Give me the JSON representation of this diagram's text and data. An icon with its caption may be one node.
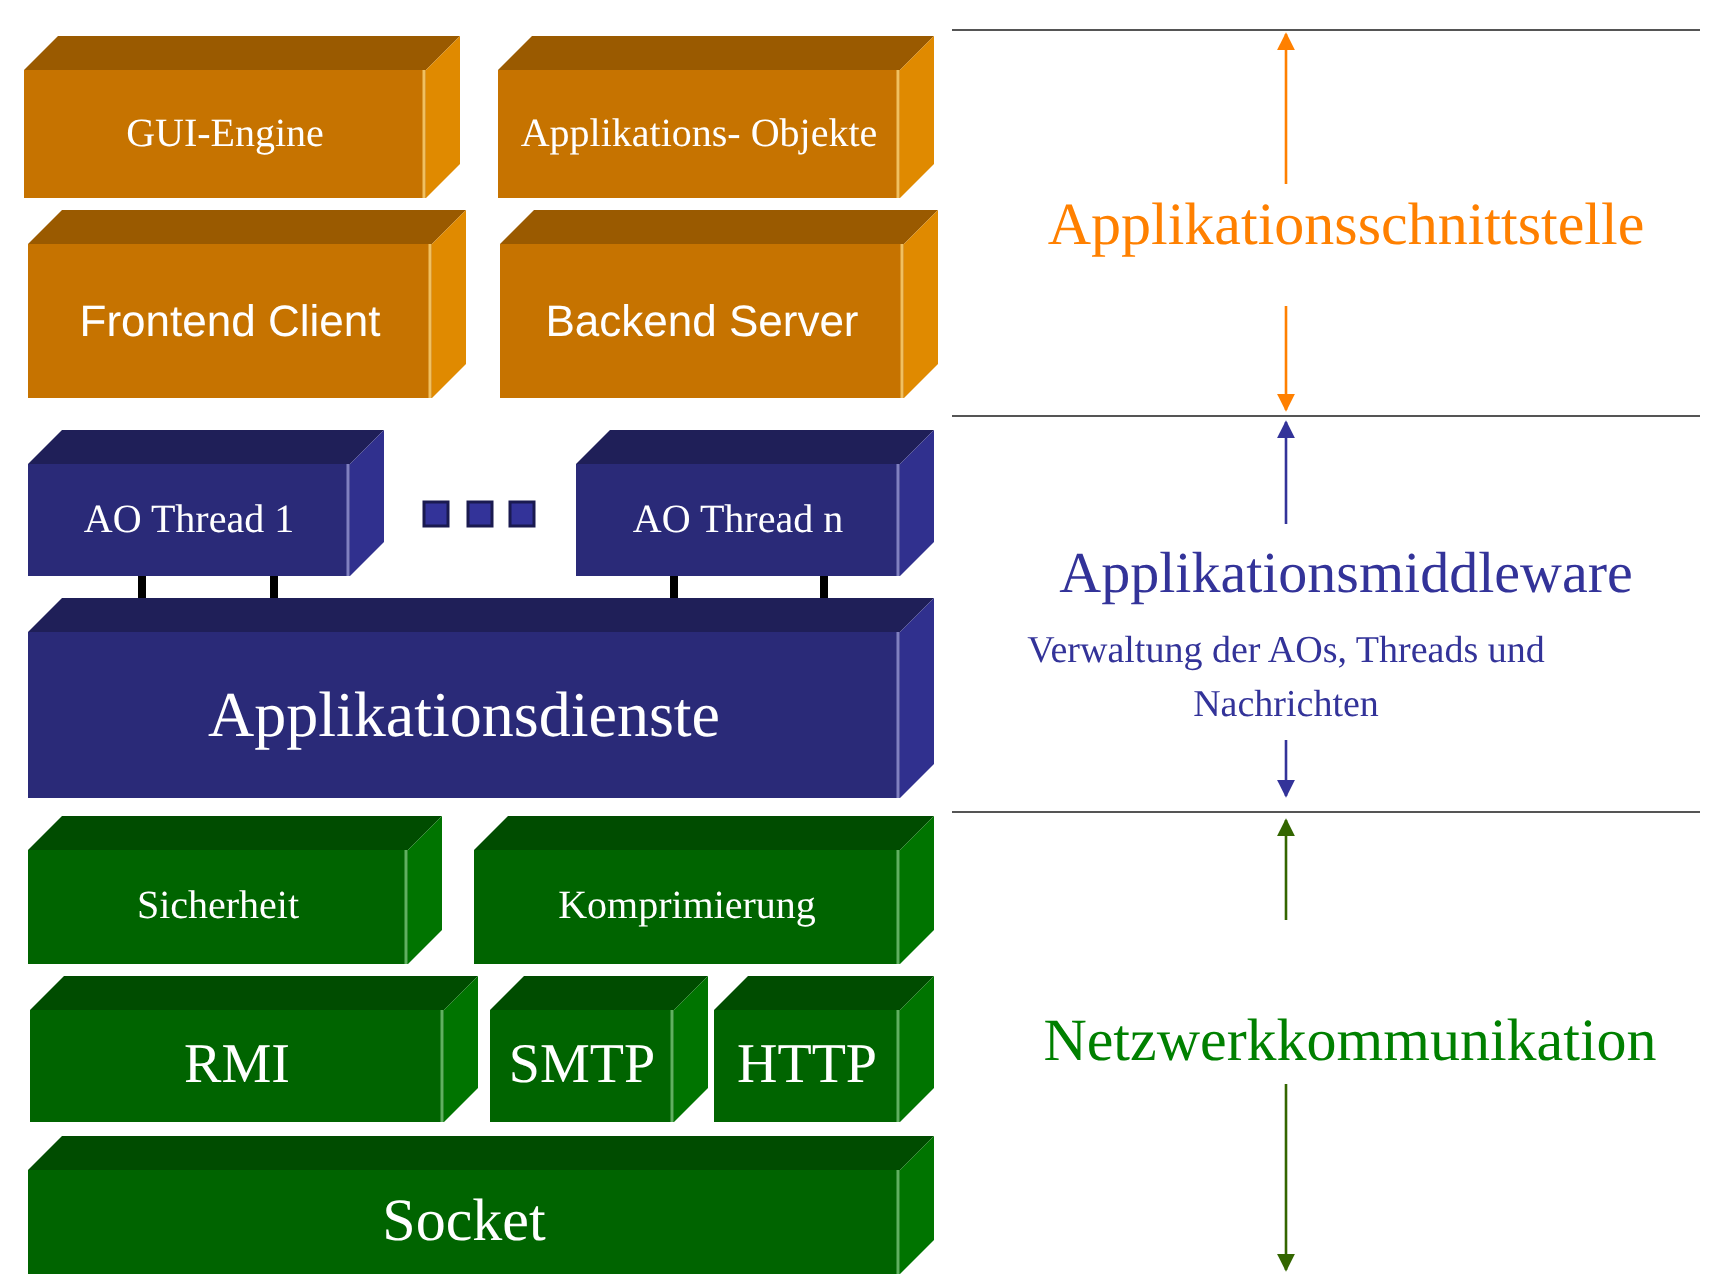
{
  "diagram": {
    "nodes": [
      {
        "text": [
          "GUI-Engine"
        ]
      },
      {
        "text": [
          "Applikations- Objekte"
        ]
      },
      {
        "text": [
          "Frontend Client"
        ]
      },
      {
        "text": [
          "Backend Server"
        ]
      },
      {
        "text": [
          "AO Thread 1"
        ]
      },
      {
        "text": [
          "AO Thread n"
        ]
      },
      {
        "text": [
          "Applikationsdienste"
        ]
      },
      {
        "text": [
          "Sicherheit"
        ]
      },
      {
        "text": [
          "Komprimierung"
        ]
      },
      {
        "text": [
          "RMI"
        ]
      },
      {
        "text": [
          "SMTP"
        ]
      },
      {
        "text": [
          "HTTP"
        ]
      },
      {
        "text": [
          "Socket"
        ]
      }
    ],
    "edges": [
      {
        "from": 4,
        "to": 6,
        "arrow": "none"
      },
      {
        "from": 4,
        "to": 6,
        "arrow": "none"
      },
      {
        "from": 5,
        "to": 6,
        "arrow": "none"
      },
      {
        "from": 5,
        "to": 6,
        "arrow": "none"
      }
    ],
    "labels": [
      "Applikationsschnittstelle",
      "Applikationsmiddleware",
      "Verwaltung der AOs, Threads und Nachrichten",
      "Netzwerkkommunikation"
    ]
  }
}
